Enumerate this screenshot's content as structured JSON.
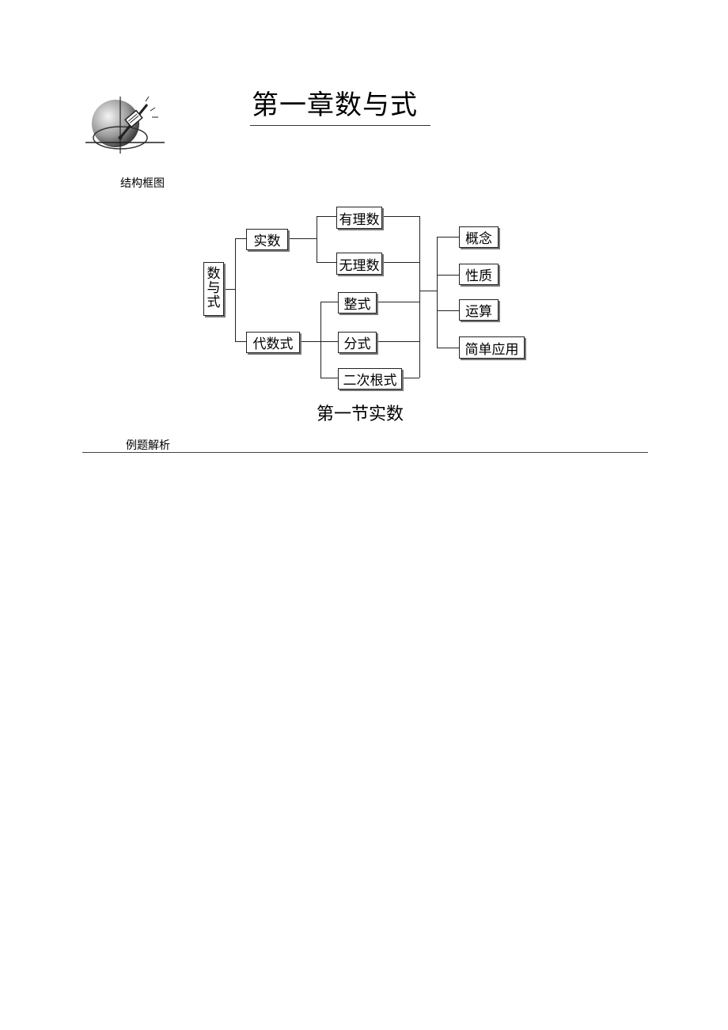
{
  "chapter": {
    "title": "第一章数与式"
  },
  "captions": {
    "framework": "结构框图",
    "examples": "例题解析"
  },
  "section": {
    "title": "第一节实数"
  },
  "logo": {
    "icon": "compass-drawing-icon"
  },
  "diagram": {
    "root": [
      "数",
      "与",
      "式"
    ],
    "real_numbers": "实数",
    "algebraic_expressions": "代数式",
    "rational_numbers": "有理数",
    "irrational_numbers": "无理数",
    "polynomial": "整式",
    "fraction": "分式",
    "radical": "二次根式",
    "aspects": [
      "概念",
      "性质",
      "运算",
      "简单应用"
    ]
  }
}
